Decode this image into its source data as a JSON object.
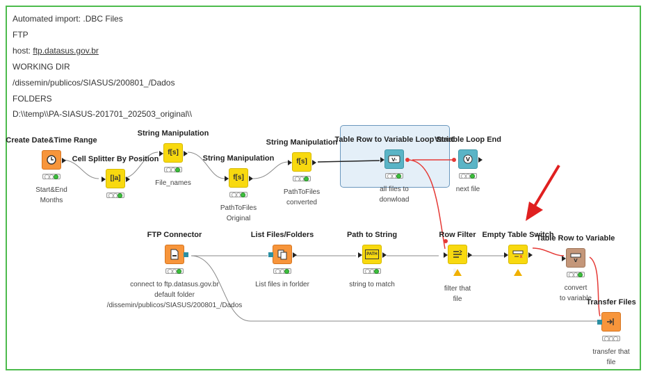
{
  "annotation": {
    "lines": [
      "Automated import: .DBC Files",
      "FTP",
      "host: ",
      "WORKING DIR",
      "/dissemin/publicos/SIASUS/200801_/Dados",
      "FOLDERS",
      "D:\\\\temp\\\\PA-SIASUS-201701_202503_original\\\\"
    ],
    "host_link": "ftp.datasus.gov.br"
  },
  "nodes": {
    "create_date": {
      "title": "Create Date&Time Range",
      "label": "Start&End\nMonths",
      "icon": "clock-icon"
    },
    "cell_splitter": {
      "title": "Cell Splitter By Position",
      "label": "",
      "icon": "splitter-icon"
    },
    "string_manip_1": {
      "title": "String Manipulation",
      "label": "File_names",
      "icon": "fs-icon",
      "glyph": "f[s]"
    },
    "string_manip_2": {
      "title": "String Manipulation",
      "label": "PathToFiles\nOriginal",
      "icon": "fs-icon",
      "glyph": "f[s]"
    },
    "string_manip_3": {
      "title": "String Manipulation",
      "label": "PathToFiles\nconverted",
      "icon": "fs-icon",
      "glyph": "f[s]"
    },
    "loop_start": {
      "title": "Table Row to Variable Loop Start",
      "label": "all files to\ndonwload",
      "icon": "loop-start-icon"
    },
    "loop_end": {
      "title": "Variable Loop End",
      "label": "next file",
      "icon": "loop-end-icon"
    },
    "ftp_connector": {
      "title": "FTP Connector",
      "label": "connect to ftp.datasus.gov.br\ndefault folder\n/dissemin/publicos/SIASUS/200801_/Dados",
      "icon": "document-icon"
    },
    "list_files": {
      "title": "List Files/Folders",
      "label": "List files in forlder",
      "icon": "files-icon"
    },
    "path_to_string": {
      "title": "Path to String",
      "label": "string to match",
      "icon": "path-icon",
      "glyph": "PATH"
    },
    "row_filter": {
      "title": "Row Filter",
      "label": "filter that\nfile",
      "icon": "filter-icon"
    },
    "empty_switch": {
      "title": "Empty Table Switch",
      "label": "",
      "icon": "switch-icon"
    },
    "row_to_variable": {
      "title": "Table Row to Variable",
      "label": "convert\nto variable",
      "icon": "row-variable-icon"
    },
    "transfer_files": {
      "title": "Transfer Files",
      "label": "transfer that\nfile",
      "icon": "transfer-icon"
    }
  },
  "colors": {
    "frame_border": "#4cbb4c",
    "orange_node": "#f7953b",
    "yellow_node": "#f8d90f",
    "teal_node": "#5ab4c6",
    "variable_connection": "#e53935",
    "arrow": "#e02020",
    "loop_highlight": "#e4eff8"
  }
}
